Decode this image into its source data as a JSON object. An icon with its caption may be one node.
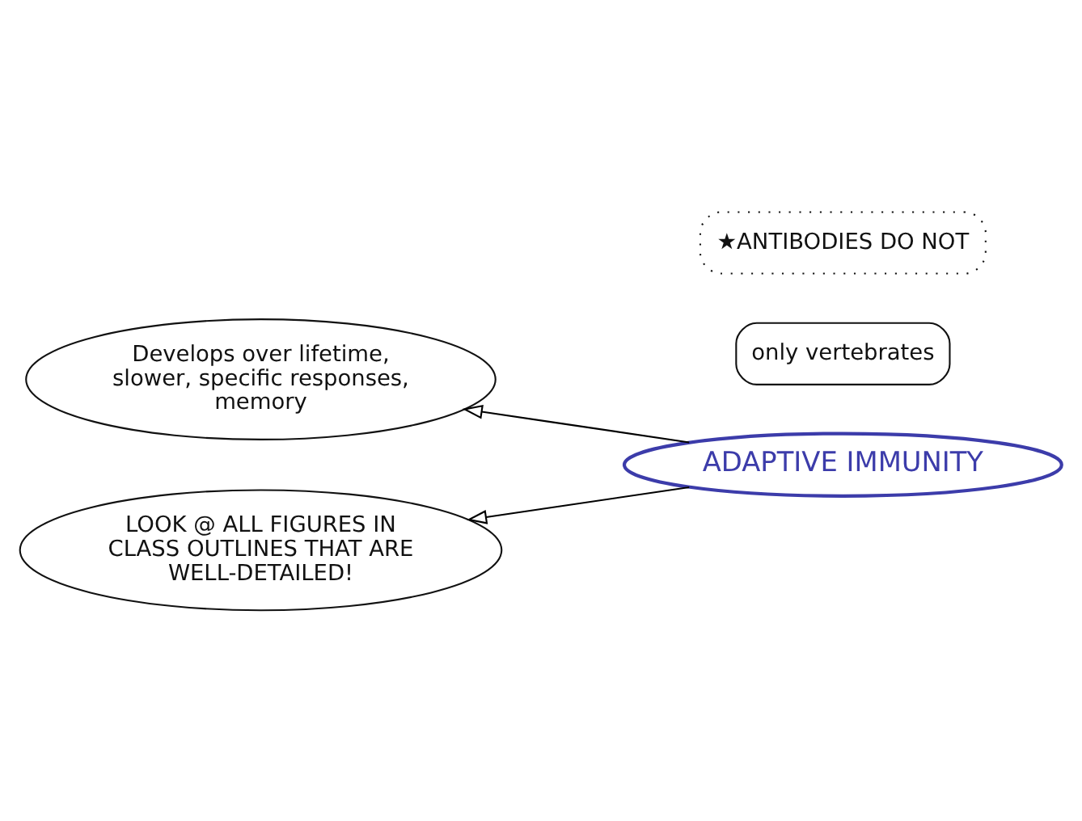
{
  "diagram": {
    "nodes": [
      {
        "text": [
          "Develops over lifetime, slower, specific responses, memory"
        ]
      },
      {
        "text": [
          "ADAPTIVE IMMUNITY"
        ]
      },
      {
        "text": [
          "LOOK @ ALL FIGURES IN CLASS OUTLINES THAT ARE WELL-DETAILED!"
        ]
      },
      {
        "text": [
          "only vertebrates"
        ]
      },
      {
        "text": [
          "★ANTIBODIES DO NOT"
        ]
      }
    ],
    "edges": [
      {
        "from": 1,
        "to": 0,
        "arrow": "to"
      },
      {
        "from": 1,
        "to": 2,
        "arrow": "to"
      }
    ]
  }
}
